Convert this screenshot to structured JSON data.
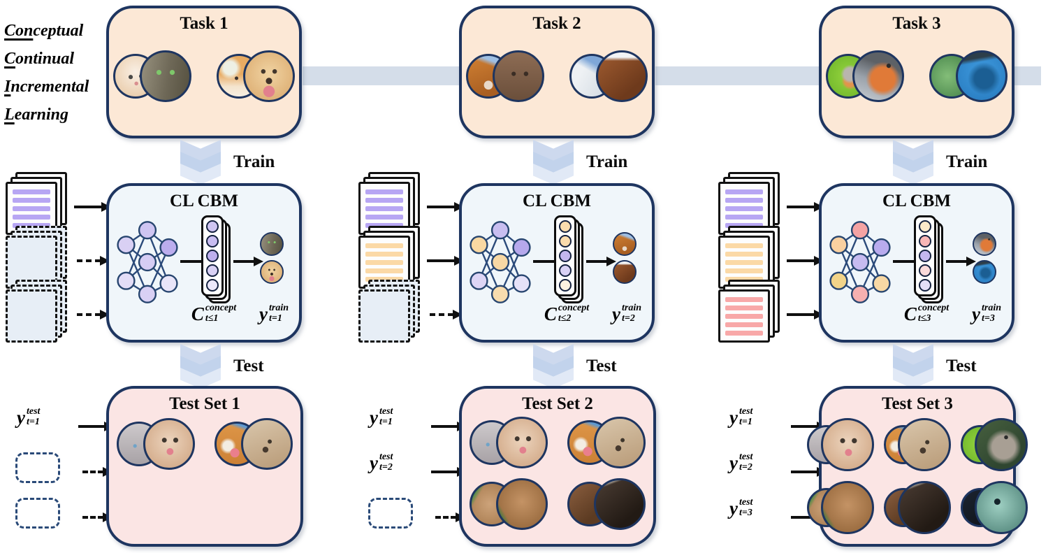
{
  "heading": {
    "lines": [
      {
        "u": "Con",
        "rest": "ceptual"
      },
      {
        "u": "C",
        "rest": "ontinual"
      },
      {
        "u": "I",
        "rest": "ncremental"
      },
      {
        "u": "L",
        "rest": "earning"
      }
    ]
  },
  "colors": {
    "box_border": "#1e3560",
    "task_fill": "#fce8d6",
    "cbm_fill": "#f0f6fa",
    "test_fill": "#fbe5e4",
    "flow_band": "#d4dde9"
  },
  "columns": [
    {
      "task": {
        "label": "Task 1",
        "pairs": [
          [
            "kitten",
            "tabby_cat"
          ],
          [
            "corgi_puppy",
            "golden_dog"
          ]
        ]
      },
      "train_label": "Train",
      "cbm": {
        "title": "CL CBM",
        "inputs": [
          {
            "style": "solid",
            "stripe": "#b7a6f3"
          },
          {
            "style": "dashed",
            "stripe": ""
          },
          {
            "style": "dashed",
            "stripe": ""
          }
        ],
        "nn_colors": [
          "#d9d0f4",
          "#e3ddf7",
          "#cfc5f2",
          "#d6cdf4",
          "#d9d0f4",
          "#bcadee",
          "#e9e5f9"
        ],
        "concept_colors": [
          "#cfc5f2",
          "#c9bdf1",
          "#beafee",
          "#d9d1f5",
          "#ece8fa"
        ],
        "concept_label": {
          "base": "C",
          "sup": "concept",
          "sub": "t≤1"
        },
        "output_label": {
          "base": "y",
          "sup": "train",
          "sub": "t=1"
        },
        "outputs": [
          "tabby_cat",
          "golden_dog"
        ]
      },
      "test_label": "Test",
      "test": {
        "label": "Test Set 1",
        "inputs": [
          {
            "style": "label",
            "math": {
              "base": "y",
              "sup": "test",
              "sub": "t=1"
            }
          },
          {
            "style": "dashed"
          },
          {
            "style": "dashed"
          }
        ]
      }
    },
    {
      "task": {
        "label": "Task 2",
        "pairs": [
          [
            "cow_a",
            "cow_b"
          ],
          [
            "horse_white",
            "horse_chestnut"
          ]
        ]
      },
      "train_label": "Train",
      "cbm": {
        "title": "CL CBM",
        "inputs": [
          {
            "style": "solid",
            "stripe": "#b7a6f3"
          },
          {
            "style": "solid",
            "stripe": "#fbd9a6"
          },
          {
            "style": "dashed",
            "stripe": ""
          }
        ],
        "nn_colors": [
          "#f9d8a2",
          "#ddd5f5",
          "#c9bef0",
          "#f8d8a4",
          "#f8dcae",
          "#b6a8ec",
          "#e6e1f8"
        ],
        "concept_colors": [
          "#fbdcae",
          "#fadbac",
          "#c4b7ef",
          "#d9d1f5",
          "#fdf2e0"
        ],
        "concept_label": {
          "base": "C",
          "sup": "concept",
          "sub": "t≤2"
        },
        "output_label": {
          "base": "y",
          "sup": "train",
          "sub": "t=2"
        },
        "outputs": [
          "cow_a",
          "horse_chestnut"
        ]
      },
      "test_label": "Test",
      "test": {
        "label": "Test Set 2",
        "inputs": [
          {
            "style": "label",
            "math": {
              "base": "y",
              "sup": "test",
              "sub": "t=1"
            }
          },
          {
            "style": "label",
            "math": {
              "base": "y",
              "sup": "test",
              "sub": "t=2"
            }
          },
          {
            "style": "dashed"
          }
        ]
      }
    },
    {
      "task": {
        "label": "Task 3",
        "pairs": [
          [
            "bird_green",
            "robin"
          ],
          [
            "fish_green",
            "fish_blue"
          ]
        ]
      },
      "train_label": "Train",
      "cbm": {
        "title": "CL CBM",
        "inputs": [
          {
            "style": "solid",
            "stripe": "#b7a6f3"
          },
          {
            "style": "solid",
            "stripe": "#fbd9a6"
          },
          {
            "style": "solid",
            "stripe": "#f8a8a8"
          }
        ],
        "nn_colors": [
          "#f9d0a0",
          "#f2d489",
          "#f5a3a3",
          "#c7bbf0",
          "#f6b0b0",
          "#b9abee",
          "#f8d8a4"
        ],
        "concept_colors": [
          "#fce9c9",
          "#f8b6b6",
          "#c4b7ef",
          "#fbdada",
          "#e4def7"
        ],
        "concept_label": {
          "base": "C",
          "sup": "concept",
          "sub": "t≤3"
        },
        "output_label": {
          "base": "y",
          "sup": "train",
          "sub": "t=3"
        },
        "outputs": [
          "robin",
          "fish_blue"
        ]
      },
      "test_label": "Test",
      "test": {
        "label": "Test Set 3",
        "inputs": [
          {
            "style": "label",
            "math": {
              "base": "y",
              "sup": "test",
              "sub": "t=1"
            }
          },
          {
            "style": "label",
            "math": {
              "base": "y",
              "sup": "test",
              "sub": "t=2"
            }
          },
          {
            "style": "label",
            "math": {
              "base": "y",
              "sup": "test",
              "sub": "t=3"
            }
          }
        ]
      }
    }
  ],
  "test_rows": {
    "col1": [
      [
        [
          "cat_gray",
          "cat_cream"
        ],
        [
          "shiba",
          "puppy_tan"
        ]
      ]
    ],
    "col2": [
      [
        [
          "cat_gray",
          "cat_cream"
        ],
        [
          "shiba",
          "puppy_tan"
        ]
      ],
      [
        [
          "cow_c",
          "cow_d"
        ],
        [
          "pony",
          "horse_dark"
        ]
      ]
    ],
    "col3": [
      [
        [
          "cat_gray",
          "cat_cream"
        ],
        [
          "shiba",
          "puppy_tan"
        ],
        [
          "bird_green",
          "bulbul"
        ]
      ],
      [
        [
          "cow_c",
          "cow_d"
        ],
        [
          "pony",
          "horse_dark"
        ],
        [
          "fish_dark",
          "fish_teal"
        ]
      ]
    ]
  }
}
